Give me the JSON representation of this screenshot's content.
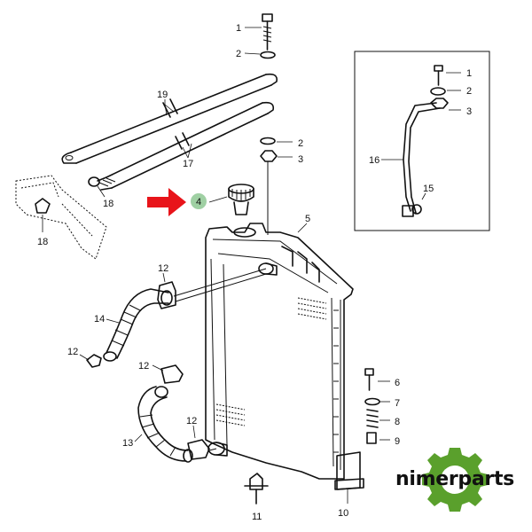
{
  "labels": {
    "l1": "1",
    "l2": "2",
    "l2b": "2",
    "l3": "3",
    "l4": "4",
    "l5": "5",
    "l6": "6",
    "l7": "7",
    "l8": "8",
    "l9": "9",
    "l10": "10",
    "l11": "11",
    "l12a": "12",
    "l12b": "12",
    "l12c": "12",
    "l12d": "12",
    "l13": "13",
    "l14": "14",
    "l17": "17",
    "l18a": "18",
    "l18b": "18",
    "l19": "19",
    "inset_l1": "1",
    "inset_l2": "2",
    "inset_l3": "3",
    "inset_l15": "15",
    "inset_l16": "16"
  },
  "logo": {
    "text": "nimerparts"
  },
  "colors": {
    "arrow": "#e8141a",
    "highlight": "#9fd0a3",
    "gear": "#5aa02c",
    "ink": "#111111"
  }
}
